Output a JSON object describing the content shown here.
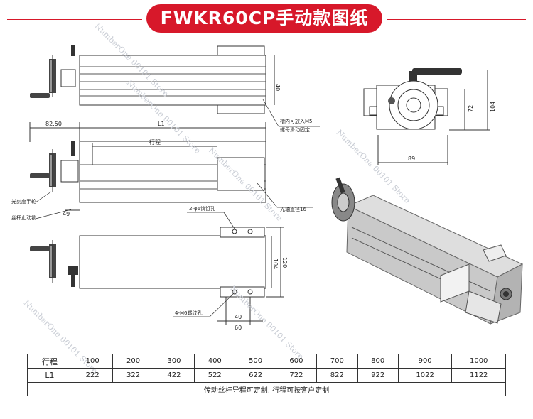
{
  "title": "FWKR60CP手动款图纸",
  "watermark": "NumberOne 00101 Store",
  "dims": {
    "handwheel_offset": "82.50",
    "length": "L1",
    "stroke": "行程",
    "base_offset": "49",
    "width_front": "89",
    "height_72": "72",
    "height_104": "104",
    "side_104": "104",
    "side_120": "120",
    "bottom_40": "40",
    "bottom_60": "60",
    "top_40": "40"
  },
  "callouts": {
    "slot_note_1": "槽内可放入M5",
    "slot_note_2": "螺母滑动固定",
    "shaft_note": "光轴直径16",
    "scale_note": "光刻度手轮",
    "lock_note": "丝杆止动锁",
    "holes_top": "2-φ6销钉孔",
    "holes_bottom": "4-M6螺纹孔"
  },
  "table": {
    "row1_label": "行程",
    "row2_label": "L1",
    "stroke": [
      "100",
      "200",
      "300",
      "400",
      "500",
      "600",
      "700",
      "800",
      "900",
      "1000"
    ],
    "l1": [
      "222",
      "322",
      "422",
      "522",
      "622",
      "722",
      "822",
      "922",
      "1022",
      "1122"
    ],
    "note": "传动丝杆导程可定制, 行程可按客户定制"
  },
  "colors": {
    "banner": "#d7182a"
  }
}
